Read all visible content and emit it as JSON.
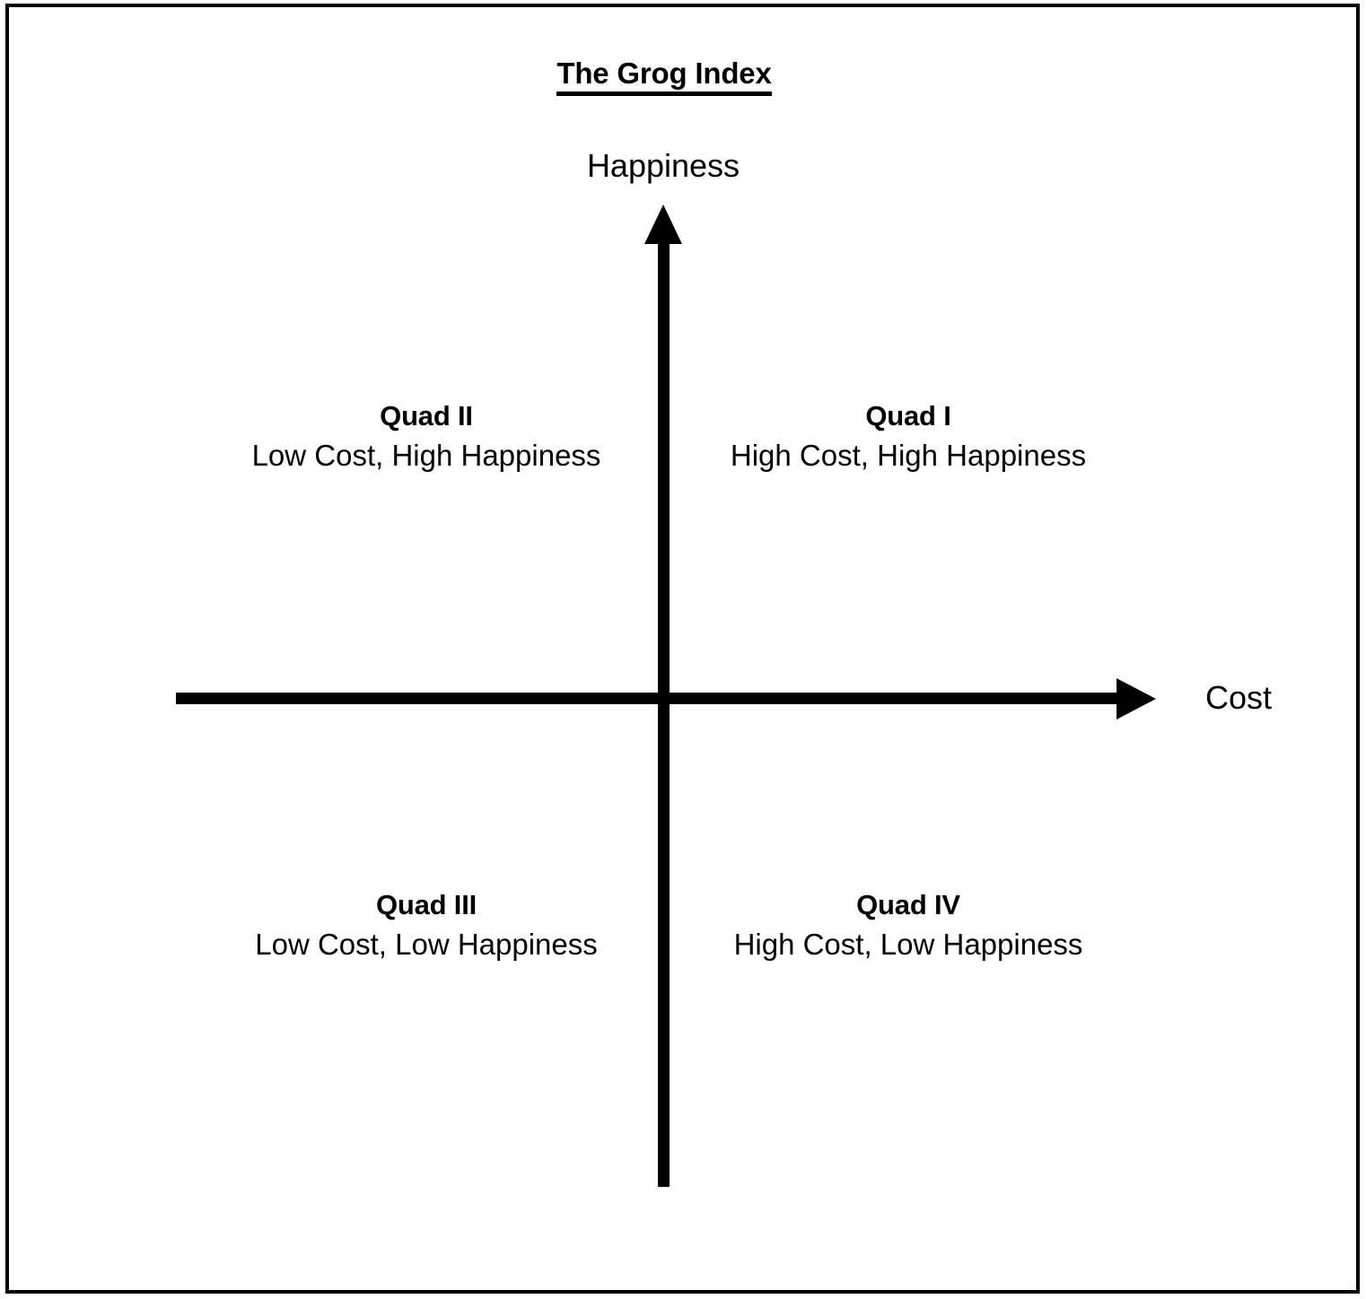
{
  "chart_data": {
    "type": "scatter",
    "title": "The Grog Index",
    "subtype": "quadrant-matrix",
    "xlabel": "Cost",
    "ylabel": "Happiness",
    "grid": false,
    "legend": "none",
    "axes": {
      "x_axis_label": "Cost",
      "y_axis_label": "Happiness",
      "x_arrow": "right",
      "y_arrow": "up",
      "origin_label": ""
    },
    "quadrants": [
      {
        "id": "I",
        "title": "Quad I",
        "description": "High Cost, High Happiness",
        "position": "top-right",
        "cost": "High",
        "happiness": "High"
      },
      {
        "id": "II",
        "title": "Quad II",
        "description": "Low Cost, High Happiness",
        "position": "top-left",
        "cost": "Low",
        "happiness": "High"
      },
      {
        "id": "III",
        "title": "Quad III",
        "description": "Low Cost, Low Happiness",
        "position": "bottom-left",
        "cost": "Low",
        "happiness": "Low"
      },
      {
        "id": "IV",
        "title": "Quad IV",
        "description": "High Cost, Low Happiness",
        "position": "bottom-right",
        "cost": "High",
        "happiness": "Low"
      }
    ],
    "values": [],
    "colors": {
      "ink": "#000000",
      "background": "#ffffff"
    }
  }
}
